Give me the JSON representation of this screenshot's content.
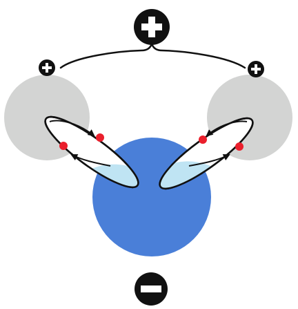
{
  "diagram": {
    "overall_charge": "positive",
    "hydrogen_charge": "positive",
    "oxygen_charge": "negative",
    "bond_count": 2,
    "electrons_per_bond": 2
  },
  "colors": {
    "oxygen": "#4a7fd8",
    "hydrogen": "#d3d4d3",
    "orbital_fill": "#ffffff",
    "orbital_overlap": "#bfe4f3",
    "electron": "#ea1f2c",
    "charge_symbol": "#111111",
    "outline": "#111111"
  },
  "icons": {
    "overall_charge": "plus-icon",
    "hydrogen_charge": "plus-icon",
    "oxygen_charge": "minus-icon"
  }
}
